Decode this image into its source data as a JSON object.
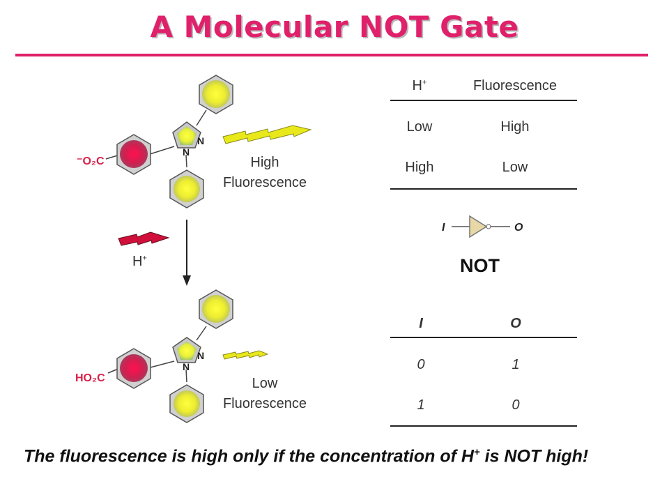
{
  "title": "A Molecular NOT Gate",
  "molecule_top": {
    "carboxyl": "⁻O₂C",
    "n1": "N",
    "n2": "N",
    "fluorescence_label_line1": "High",
    "fluorescence_label_line2": "Fluorescence"
  },
  "molecule_bottom": {
    "carboxyl": "HO₂C",
    "n1": "N",
    "n2": "N",
    "fluorescence_label_line1": "Low",
    "fluorescence_label_line2": "Fluorescence"
  },
  "reagent": {
    "label": "H",
    "charge": "+"
  },
  "fluorescence_table": {
    "headers": [
      "H",
      "Fluorescence"
    ],
    "header_charge": "+",
    "rows": [
      [
        "Low",
        "High"
      ],
      [
        "High",
        "Low"
      ]
    ]
  },
  "gate_symbol": {
    "input": "I",
    "output": "O",
    "name": "NOT"
  },
  "truth_table": {
    "headers": [
      "I",
      "O"
    ],
    "rows": [
      [
        "0",
        "1"
      ],
      [
        "1",
        "0"
      ]
    ]
  },
  "footer": {
    "text_before": "The fluorescence is high only if the concentration of H",
    "charge": "+",
    "text_after": " is NOT high!"
  },
  "colors": {
    "title": "#e0206a",
    "ring_yellow": "#f5f53a",
    "ring_red": "#d8204a",
    "ring_border": "#555555",
    "ring_fill_gray": "#d6d6d6",
    "nitrogen_text": "#222222",
    "carboxyl_text": "#d8204a",
    "lightning": "#e8e81a",
    "lightning_red": "#c8103a"
  }
}
